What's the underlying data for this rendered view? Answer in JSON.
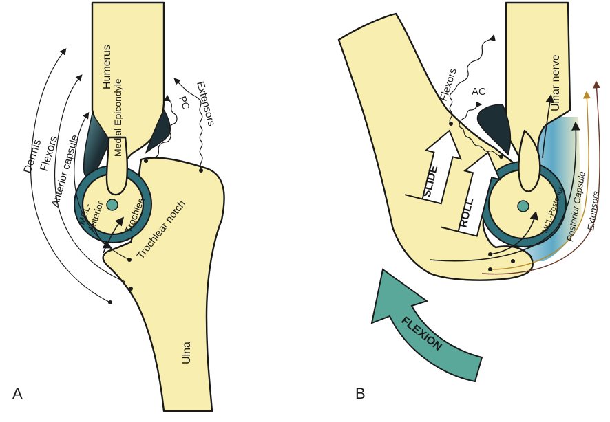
{
  "panel_a": {
    "letter": "A",
    "labels": {
      "dermis": "Dermis",
      "flexors": "Flexors",
      "anterior_capsule": "Anterior capsule",
      "humerus": "Humerus",
      "medial_epicondyle": "Medial Epicondyle",
      "extensors": "Extensors",
      "pc": "PC",
      "mcl_line1": "MCL-",
      "mcl_line2": "Anterior",
      "trochlea": "Trochlea",
      "trochlear_notch": "Trochlear notch",
      "ulna": "Ulna"
    }
  },
  "panel_b": {
    "letter": "B",
    "labels": {
      "flexors": "Flexors",
      "ac": "AC",
      "ulnar_nerve": "Ulnar nerve",
      "slide": "SLIDE",
      "roll": "ROLL",
      "mcl_posterior": "MCL-Posterior",
      "posterior_capsule": "Posterior Capsule",
      "extensors": "Extensors",
      "flexion": "FLEXION"
    }
  },
  "colors": {
    "bone": "#f7eeb0",
    "cartilage": "#2f6f7a",
    "capsule_dark": "#1d2f35",
    "flexion_arrow": "#5aa89a",
    "posterior_capsule_line": "#b98a2a",
    "extensors_line": "#6a3a2a"
  }
}
